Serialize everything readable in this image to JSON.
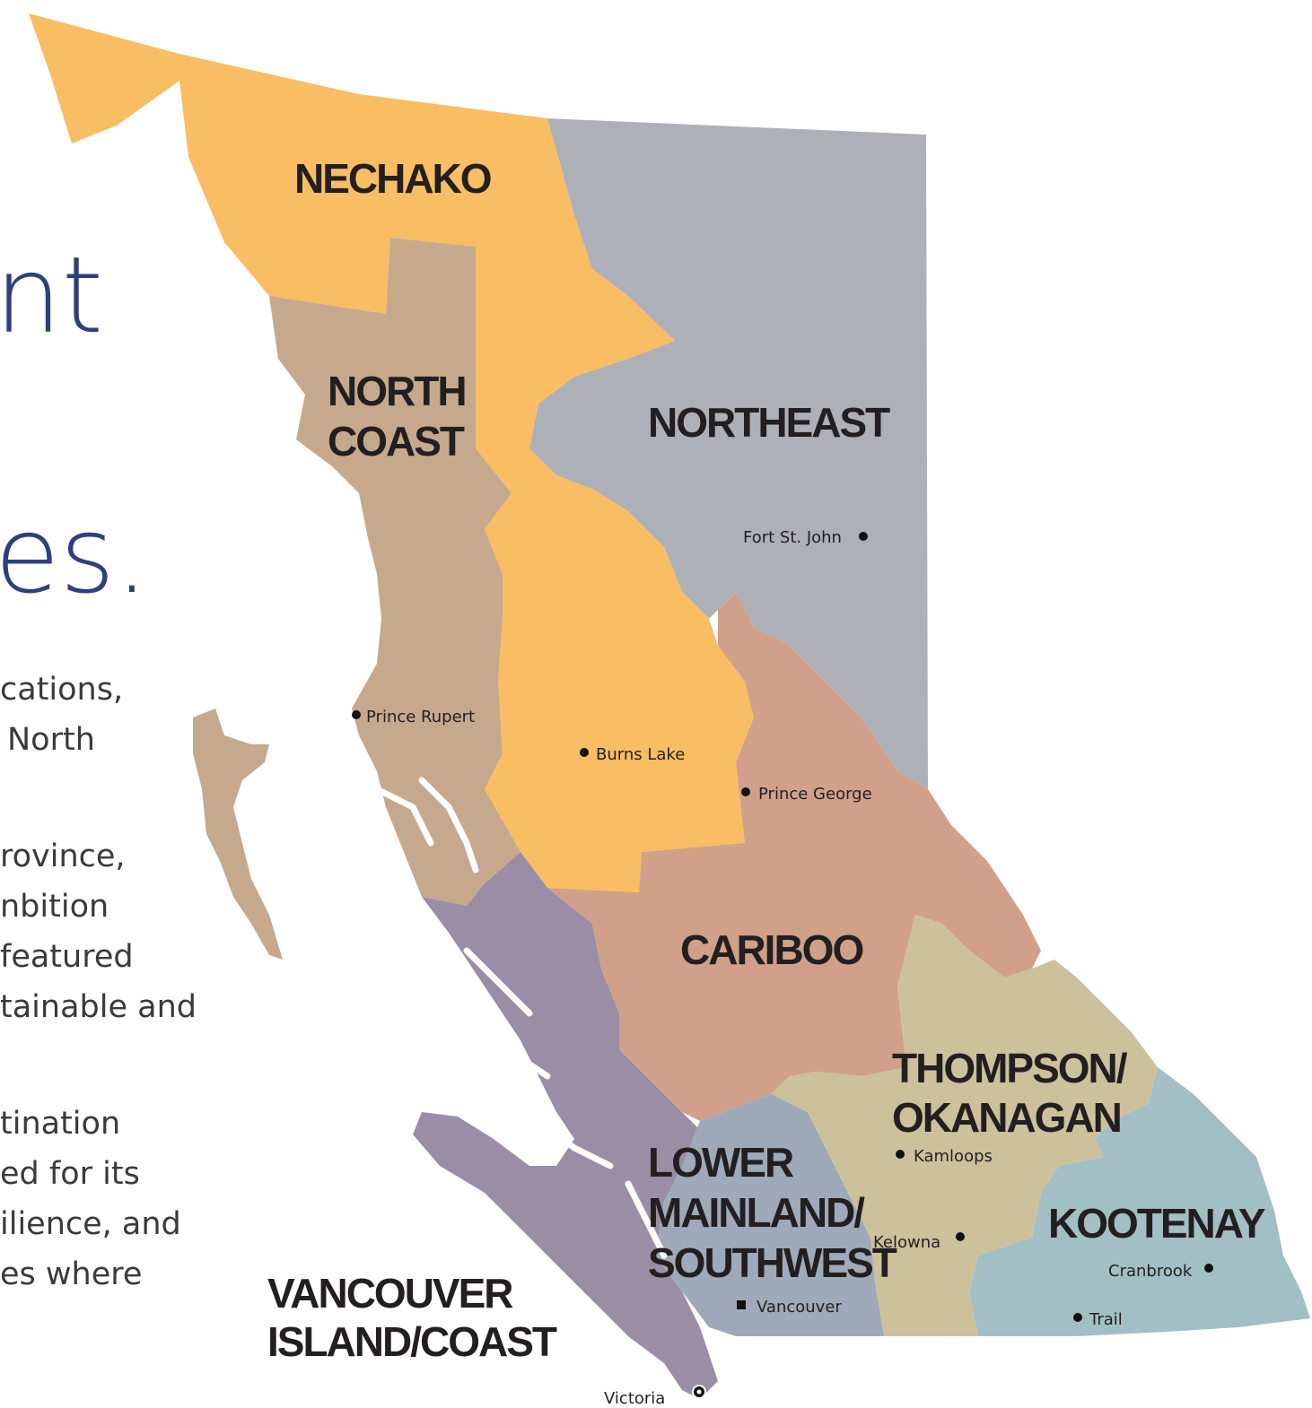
{
  "left_text": {
    "heading_fragments": [
      "nt",
      "es."
    ],
    "body_fragments": [
      "cations,",
      "North",
      "rovince,",
      "nbition",
      "featured",
      "tainable and",
      "tination",
      "ed for its",
      "ilience, and",
      "es where"
    ]
  },
  "map": {
    "colors": {
      "nechako": "#f9bd64",
      "northeast": "#adb0b6",
      "north_coast": "#c6a98d",
      "cariboo": "#d0a08a",
      "vancouver_island": "#9a8ea6",
      "lower_mainland": "#9eaab9",
      "thompson_okanagan": "#cdc19c",
      "kootenay": "#a3bfc6"
    },
    "regions": {
      "nechako": "NECHAKO",
      "north_coast_1": "NORTH",
      "north_coast_2": "COAST",
      "northeast": "NORTHEAST",
      "cariboo": "CARIBOO",
      "thompson_1": "THOMPSON/",
      "thompson_2": "OKANAGAN",
      "lower_1": "LOWER",
      "lower_2": "MAINLAND/",
      "lower_3": "SOUTHWEST",
      "kootenay": "KOOTENAY",
      "vancouver_1": "VANCOUVER",
      "vancouver_2": "ISLAND/COAST"
    },
    "cities": {
      "fort_st_john": "Fort St. John",
      "prince_rupert": "Prince Rupert",
      "burns_lake": "Burns Lake",
      "prince_george": "Prince George",
      "kamloops": "Kamloops",
      "kelowna": "Kelowna",
      "cranbrook": "Cranbrook",
      "vancouver": "Vancouver",
      "trail": "Trail",
      "victoria": "Victoria"
    }
  }
}
